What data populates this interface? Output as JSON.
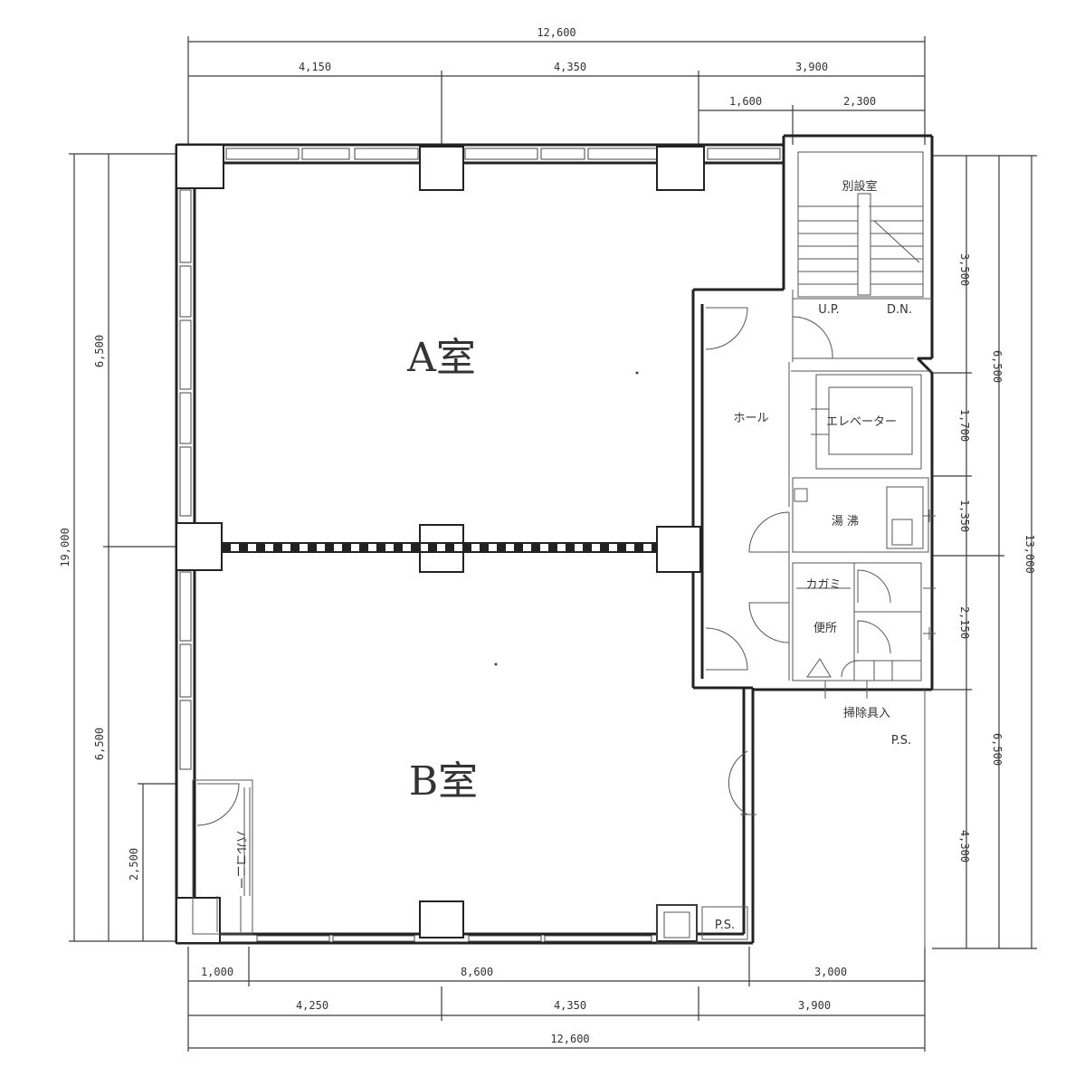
{
  "dimensions": {
    "top_total": "12,600",
    "top_a": "4,150",
    "top_b": "4,350",
    "top_c": "3,900",
    "top_d1": "1,600",
    "top_d2": "2,300",
    "bottom_a": "1,000",
    "bottom_b": "8,600",
    "bottom_c": "3,000",
    "bottom_d": "4,250",
    "bottom_e": "4,350",
    "bottom_f": "3,900",
    "bottom_total": "12,600",
    "left_total": "19,000",
    "left_top": "6,500",
    "left_bottom": "6,500",
    "left_small": "2,500",
    "right_1": "3,500",
    "right_2": "1,700",
    "right_3": "1,350",
    "right_4": "2,150",
    "right_5": "4,300",
    "right_6": "6,500",
    "right_7": "6,500",
    "right_total": "13,000"
  },
  "rooms": {
    "room_a": "A室",
    "room_b": "B室"
  },
  "labels": {
    "stair_room": "別設室",
    "up": "U.P.",
    "dn": "D.N.",
    "hall": "ホール",
    "elevator": "エレベーター",
    "kitchenette": "湯 沸",
    "kagami": "カガミ",
    "washroom": "便所",
    "cleaning": "掃除具入",
    "ps_1": "P.S.",
    "ps_2": "P.S.",
    "balcony": "バルコニー"
  }
}
